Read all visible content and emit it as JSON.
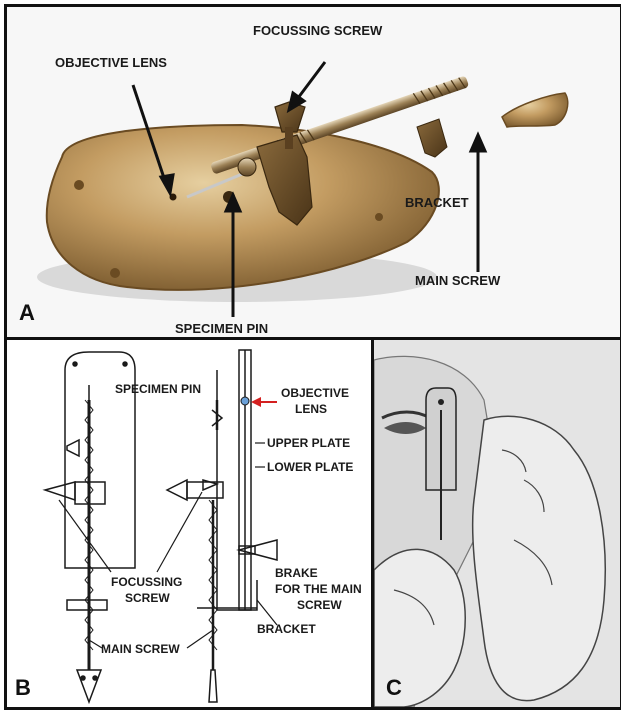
{
  "panel_a": {
    "letter": "A",
    "labels": {
      "objective_lens": "OBJECTIVE LENS",
      "focussing_screw": "FOCUSSING SCREW",
      "bracket": "BRACKET",
      "main_screw": "MAIN SCREW",
      "specimen_pin": "SPECIMEN PIN"
    }
  },
  "panel_b": {
    "letter": "B",
    "labels": {
      "specimen_pin": "SPECIMEN PIN",
      "objective_line1": "OBJECTIVE",
      "objective_line2": "LENS",
      "upper_plate": "UPPER PLATE",
      "lower_plate": "LOWER PLATE",
      "focussing_line1": "FOCUSSING",
      "focussing_line2": "SCREW",
      "brake_line1": "BRAKE",
      "brake_line2": "FOR THE MAIN",
      "brake_line3": "SCREW",
      "bracket": "BRACKET",
      "main_screw": "MAIN SCREW"
    }
  },
  "panel_c": {
    "letter": "C"
  },
  "colors": {
    "brass": "#b8925a",
    "arrow_red": "#d42020",
    "lens_blue": "#6aa0d8",
    "ink": "#1a1a1a"
  }
}
